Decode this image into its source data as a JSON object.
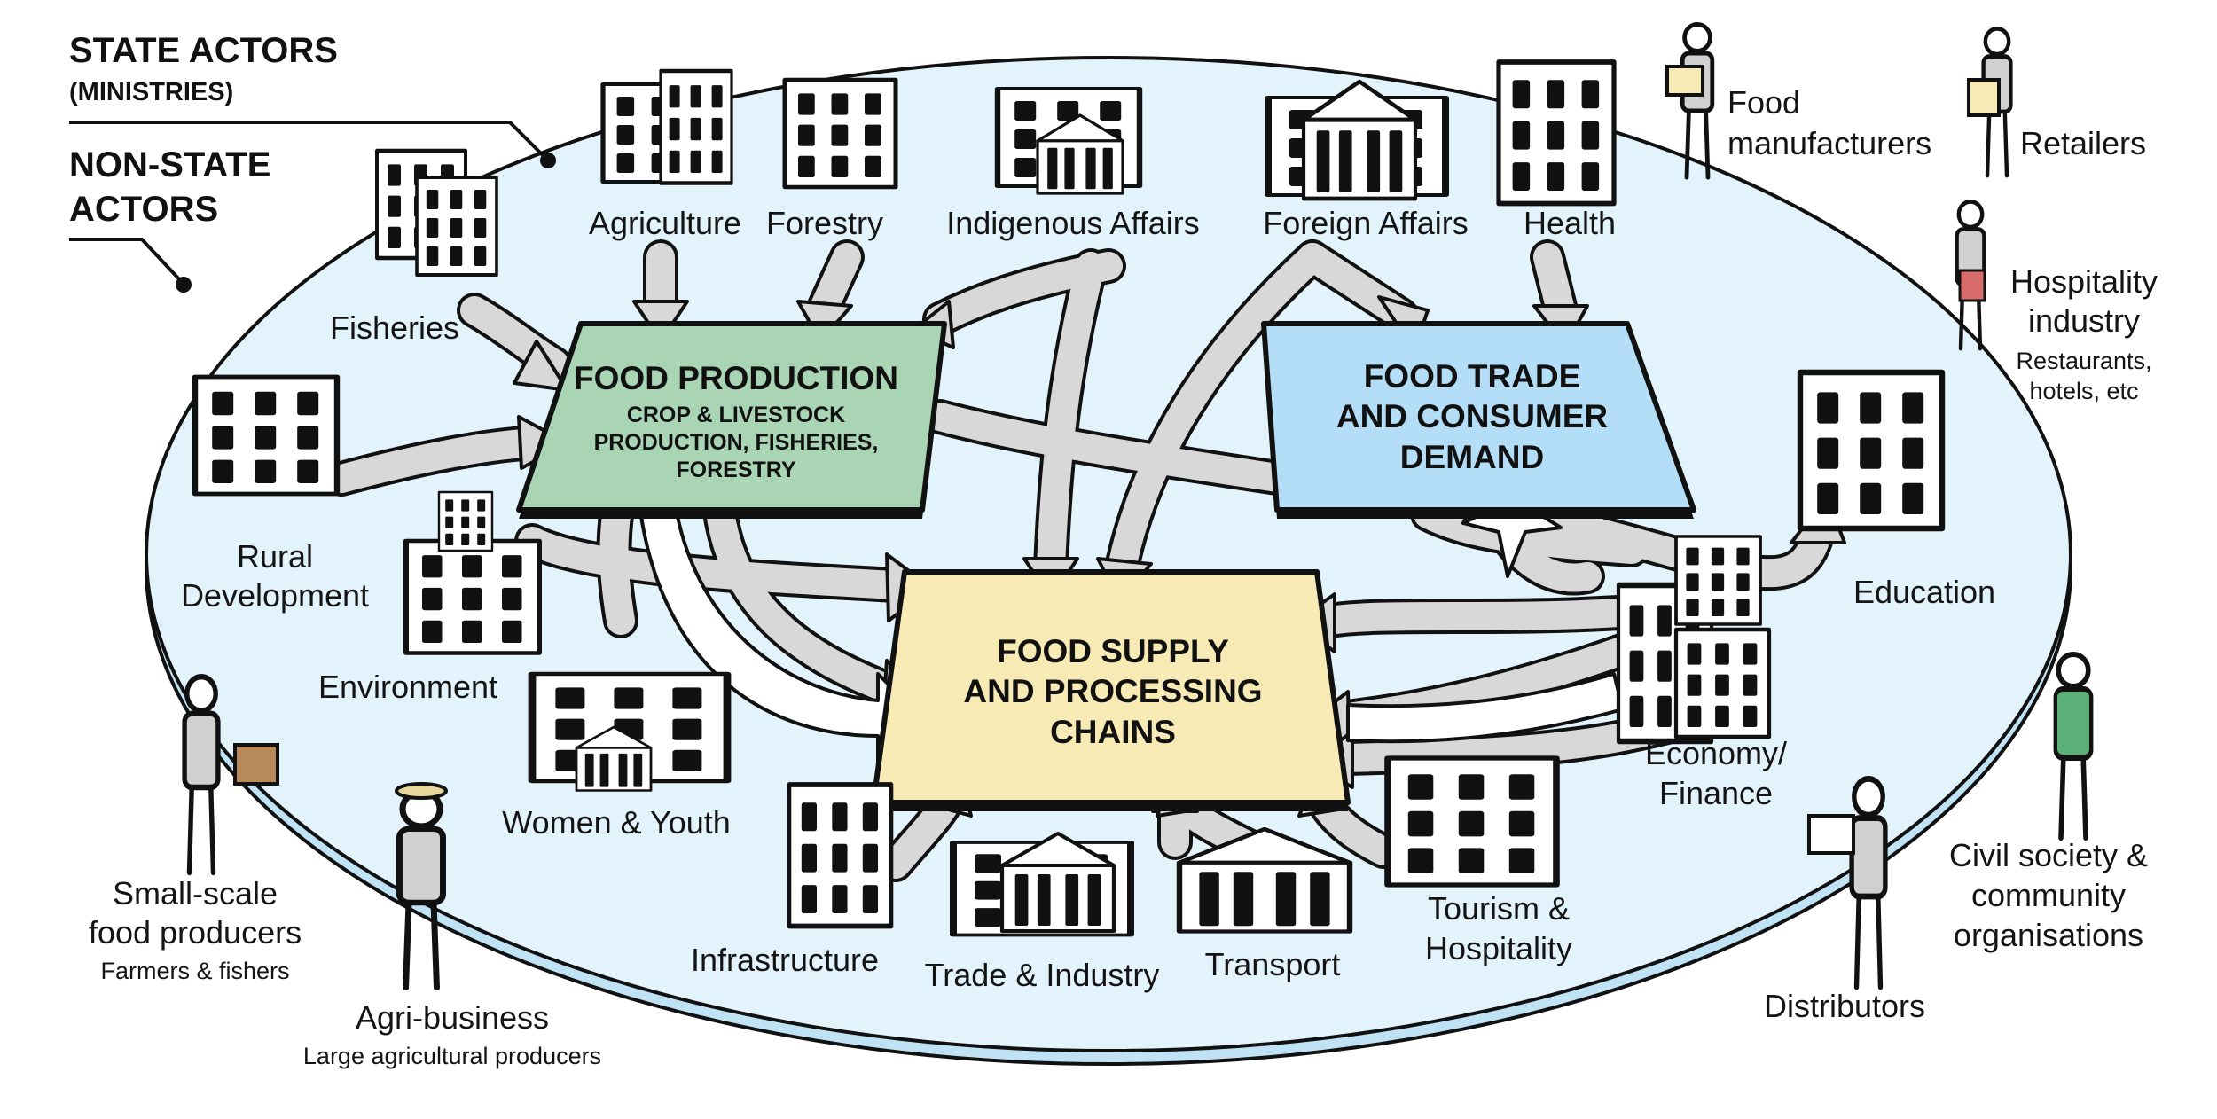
{
  "legend": {
    "state_title": "STATE ACTORS",
    "state_sub": "(MINISTRIES)",
    "nonstate_title_1": "NON-STATE",
    "nonstate_title_2": "ACTORS"
  },
  "hubs": {
    "production": {
      "title": "FOOD PRODUCTION",
      "sub_1": "CROP & LIVESTOCK",
      "sub_2": "PRODUCTION, FISHERIES,",
      "sub_3": "FORESTRY",
      "color": "#a9d5b4"
    },
    "trade": {
      "title_1": "FOOD TRADE",
      "title_2": "AND CONSUMER",
      "title_3": "DEMAND",
      "color": "#b4def7"
    },
    "supply": {
      "title_1": "FOOD SUPPLY",
      "title_2": "AND PROCESSING",
      "title_3": "CHAINS",
      "color": "#f7eab4"
    }
  },
  "ministries": {
    "agriculture": "Agriculture",
    "forestry": "Forestry",
    "indigenous": "Indigenous Affairs",
    "foreign": "Foreign Affairs",
    "health": "Health",
    "fisheries": "Fisheries",
    "rural_1": "Rural",
    "rural_2": "Development",
    "environment": "Environment",
    "women": "Women & Youth",
    "infrastructure": "Infrastructure",
    "trade_industry": "Trade & Industry",
    "transport": "Transport",
    "tourism_1": "Tourism &",
    "tourism_2": "Hospitality",
    "economy_1": "Economy/",
    "economy_2": "Finance",
    "education": "Education"
  },
  "nonstate": {
    "manufacturers_1": "Food",
    "manufacturers_2": "manufacturers",
    "retailers": "Retailers",
    "hospitality_1": "Hospitality",
    "hospitality_2": "industry",
    "hospitality_sub_1": "Restaurants,",
    "hospitality_sub_2": "hotels, etc",
    "smallscale_1": "Small-scale",
    "smallscale_2": "food producers",
    "smallscale_sub": "Farmers & fishers",
    "agribusiness": "Agri-business",
    "agribusiness_sub": "Large agricultural producers",
    "civil_1": "Civil society &",
    "civil_2": "community",
    "civil_3": "organisations",
    "distributors": "Distributors"
  },
  "colors": {
    "platform": "#e2f3fb",
    "platform_edge": "#bfe2f4",
    "arrow_fill": "#d8d8d8",
    "outline": "#111111"
  }
}
